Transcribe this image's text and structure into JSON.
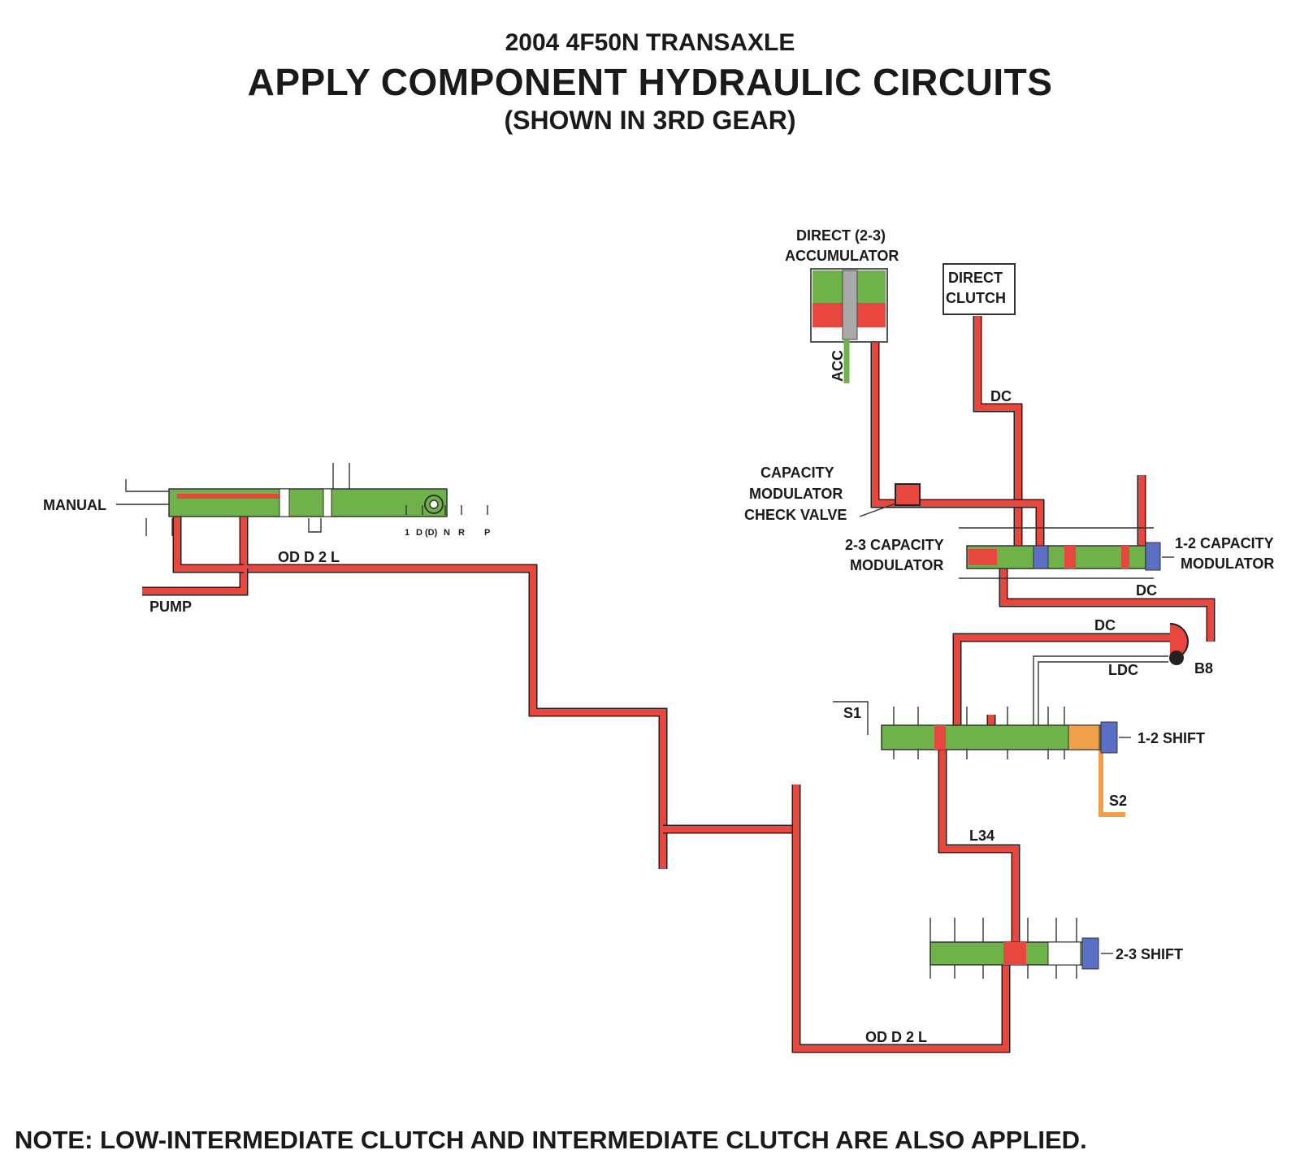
{
  "header": {
    "subtitle": "2004 4F50N TRANSAXLE",
    "title": "APPLY COMPONENT HYDRAULIC CIRCUITS",
    "gear": "(SHOWN IN 3RD GEAR)"
  },
  "labels": {
    "manual": "MANUAL",
    "pump": "PUMP",
    "od_d_2_l_top": "OD D 2 L",
    "od_d_2_l_bottom": "OD D 2 L",
    "positions": [
      "1",
      "D",
      "(D)",
      "N",
      "R",
      "P"
    ],
    "accumulator_line1": "DIRECT (2-3)",
    "accumulator_line2": "ACCUMULATOR",
    "acc": "ACC",
    "direct_clutch_line1": "DIRECT",
    "direct_clutch_line2": "CLUTCH",
    "dc_1": "DC",
    "dc_2": "DC",
    "dc_3": "DC",
    "check_valve_line1": "CAPACITY",
    "check_valve_line2": "MODULATOR",
    "check_valve_line3": "CHECK VALVE",
    "cap23_line1": "2-3 CAPACITY",
    "cap23_line2": "MODULATOR",
    "cap12_line1": "1-2 CAPACITY",
    "cap12_line2": "MODULATOR",
    "ldc": "LDC",
    "b8": "B8",
    "s1": "S1",
    "s2": "S2",
    "shift12": "1-2 SHIFT",
    "l34": "L34",
    "shift23": "2-3 SHIFT"
  },
  "note": "NOTE: LOW-INTERMEDIATE CLUTCH AND INTERMEDIATE CLUTCH ARE ALSO APPLIED.",
  "colors": {
    "pressure": "#e8473f",
    "valve_body": "#6fb24a",
    "spring": "#5b6fc4",
    "solenoid_s2": "#f0a04b",
    "exhaust": "#ffffff"
  }
}
